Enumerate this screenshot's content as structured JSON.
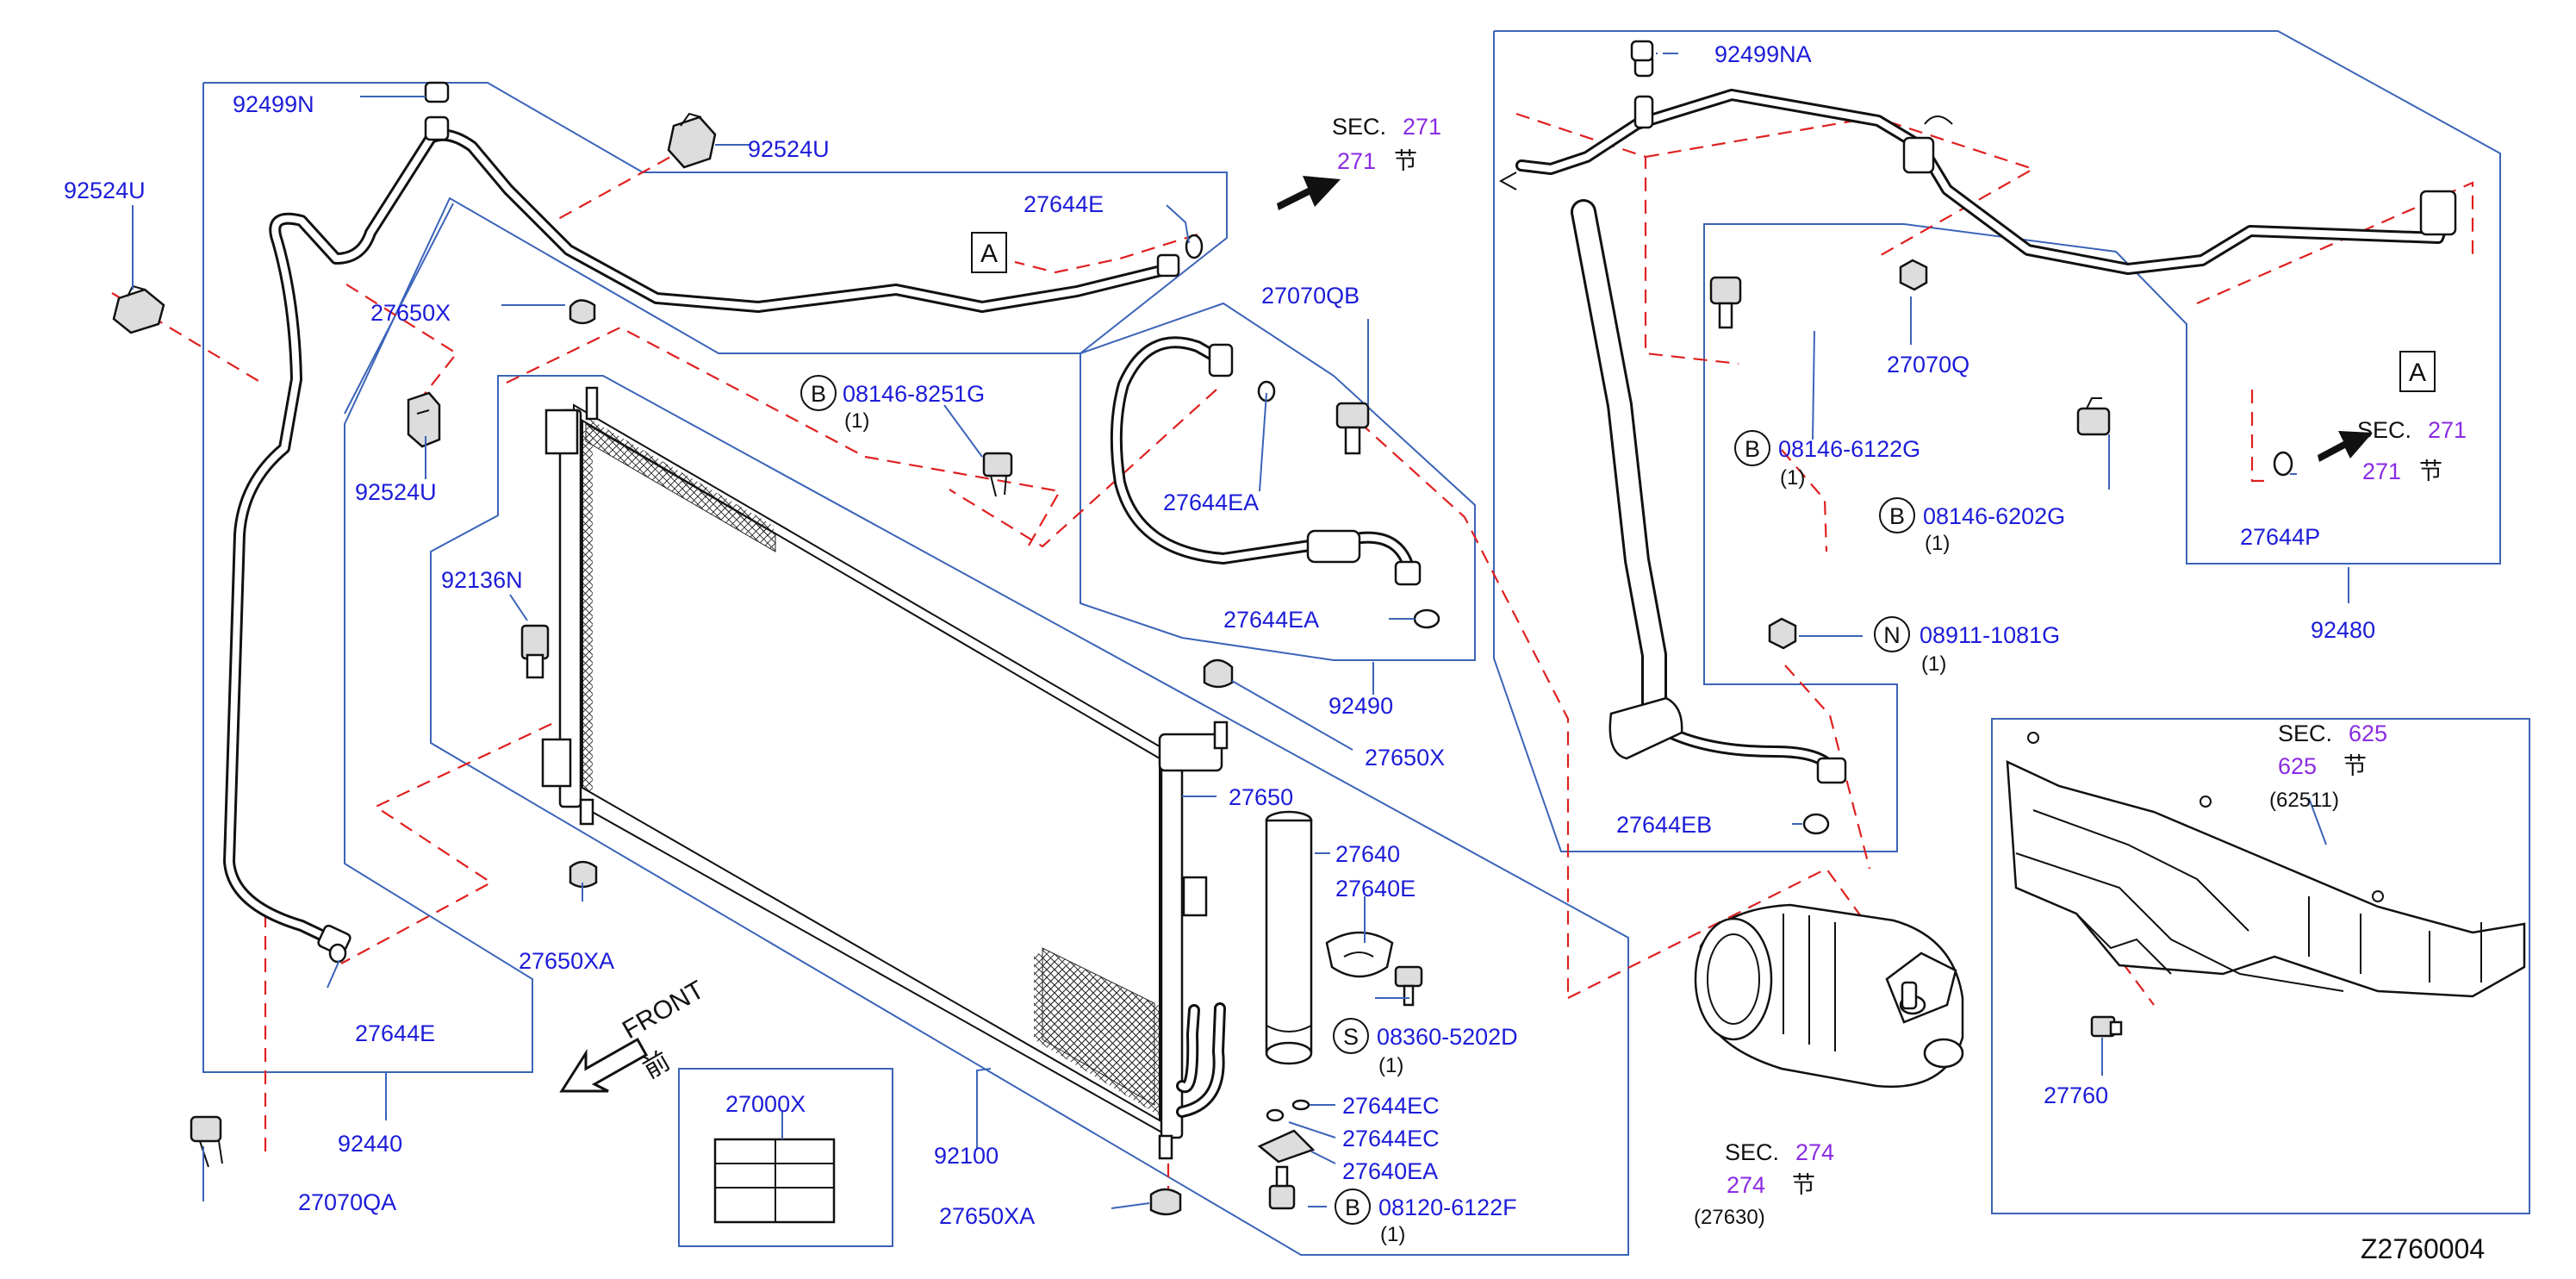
{
  "diagram_id": "Z2760004",
  "front_label": "FRONT",
  "front_label_cn": "前",
  "callout_letter": "A",
  "sec_271": {
    "word": "SEC.",
    "num": "271",
    "num2": "271",
    "cn": "节"
  },
  "sec_625": {
    "word": "SEC.",
    "num": "625",
    "num2": "625",
    "cn": "节",
    "ref": "(62511)"
  },
  "sec_274": {
    "word": "SEC.",
    "num": "274",
    "num2": "274",
    "cn": "节",
    "ref": "(27630)"
  },
  "parts": {
    "p92499N": "92499N",
    "p92524U_a": "92524U",
    "p92524U_b": "92524U",
    "p92524U_c": "92524U",
    "p27644E_a": "27644E",
    "p27644E_b": "27644E",
    "p27650X_a": "27650X",
    "p27650X_b": "27650X",
    "p27650XA_a": "27650XA",
    "p27650XA_b": "27650XA",
    "p92136N": "92136N",
    "p92440": "92440",
    "p27070QA": "27070QA",
    "p27000X": "27000X",
    "p92100": "92100",
    "p27650": "27650",
    "p27640": "27640",
    "p27640E": "27640E",
    "p27644EC_a": "27644EC",
    "p27644EC_b": "27644EC",
    "p27640EA": "27640EA",
    "p27070QB": "27070QB",
    "p27644EA_a": "27644EA",
    "p27644EA_b": "27644EA",
    "p92490": "92490",
    "p92499NA": "92499NA",
    "p27070Q": "27070Q",
    "p27644EB": "27644EB",
    "p27644P": "27644P",
    "p92480": "92480",
    "p27760": "27760"
  },
  "bolts": {
    "b1": {
      "prefix": "B",
      "code": "08146-8251G",
      "qty": "(1)"
    },
    "b2": {
      "prefix": "B",
      "code": "08146-6122G",
      "qty": "(1)"
    },
    "b3": {
      "prefix": "B",
      "code": "08146-6202G",
      "qty": "(1)"
    },
    "n1": {
      "prefix": "N",
      "code": "08911-1081G",
      "qty": "(1)"
    },
    "s1": {
      "prefix": "S",
      "code": "08360-5202D",
      "qty": "(1)"
    },
    "b4": {
      "prefix": "B",
      "code": "08120-6122F",
      "qty": "(1)"
    }
  },
  "colors": {
    "label": "#1c1cd9",
    "leader": "#3b64b8",
    "dashed": "#e02020",
    "section": "#8a2be2",
    "line": "#111111"
  }
}
